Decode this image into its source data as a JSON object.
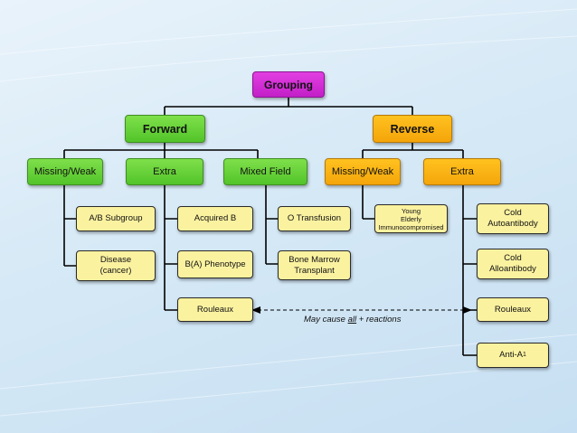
{
  "root": "Grouping",
  "forward": {
    "title": "Forward",
    "missing_weak": "Missing/Weak",
    "extra": "Extra",
    "mixed_field": "Mixed Field",
    "ab_subgroup": "A/B Subgroup",
    "disease_line1": "Disease",
    "disease_line2": "(cancer)",
    "acquired_b": "Acquired B",
    "ba_phenotype": "B(A) Phenotype",
    "rouleaux": "Rouleaux",
    "o_transfusion": "O Transfusion",
    "bm_line1": "Bone Marrow",
    "bm_line2": "Transplant"
  },
  "reverse": {
    "title": "Reverse",
    "missing_weak": "Missing/Weak",
    "extra": "Extra",
    "young": "Young",
    "elderly": "Elderly",
    "immuno": "Immunocompromised",
    "cold_auto_line1": "Cold",
    "cold_auto_line2": "Autoantibody",
    "cold_allo_line1": "Cold",
    "cold_allo_line2": "Alloantibody",
    "rouleaux": "Rouleaux",
    "anti_a1_base": "Anti-A",
    "anti_a1_sub": "1"
  },
  "note": {
    "before": "May cause ",
    "emph": "all",
    "after": " + reactions"
  },
  "colors": {
    "root": "#d42fd8",
    "level1": "#5fcf33",
    "reverse_branch": "#f7ac10",
    "leaf": "#fbf2a0"
  }
}
